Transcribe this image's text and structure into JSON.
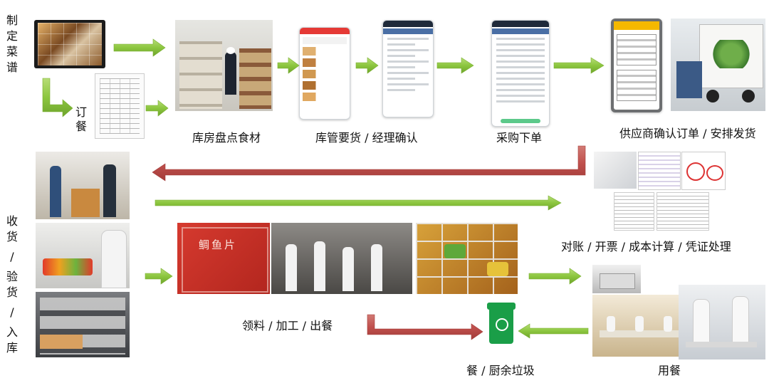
{
  "labels": {
    "make_menu": "制定菜谱",
    "order_meal": "订餐",
    "warehouse_inventory": "库房盘点食材",
    "warehouse_request": "库管要货 / 经理确认",
    "purchase_order": "采购下单",
    "supplier_confirm": "供应商确认订单 / 安排发货",
    "receiving": "收货 / 验货 / 入库",
    "reconcile": "对账 / 开票 / 成本计算 / 凭证处理",
    "material_process": "领料 / 加工 / 出餐",
    "kitchen_waste": "餐 / 厨余垃圾",
    "dining": "用餐"
  },
  "box_texts": {
    "fish_box": "鲷鱼片"
  },
  "colors": {
    "green_arrow": "#8cc63f",
    "red_arrow": "#c0504d",
    "waste_bin": "#1a9e48"
  },
  "icons": [
    "tablet-menu-photo",
    "order-form-photo",
    "warehouse-photo",
    "phone-app-icon",
    "truck-photo",
    "tablet-order-icon",
    "invoice-photo",
    "receiving-photo",
    "kitchen-photo",
    "buffet-photo",
    "printer-photo",
    "canteen-photo",
    "recycle-bin-icon"
  ]
}
